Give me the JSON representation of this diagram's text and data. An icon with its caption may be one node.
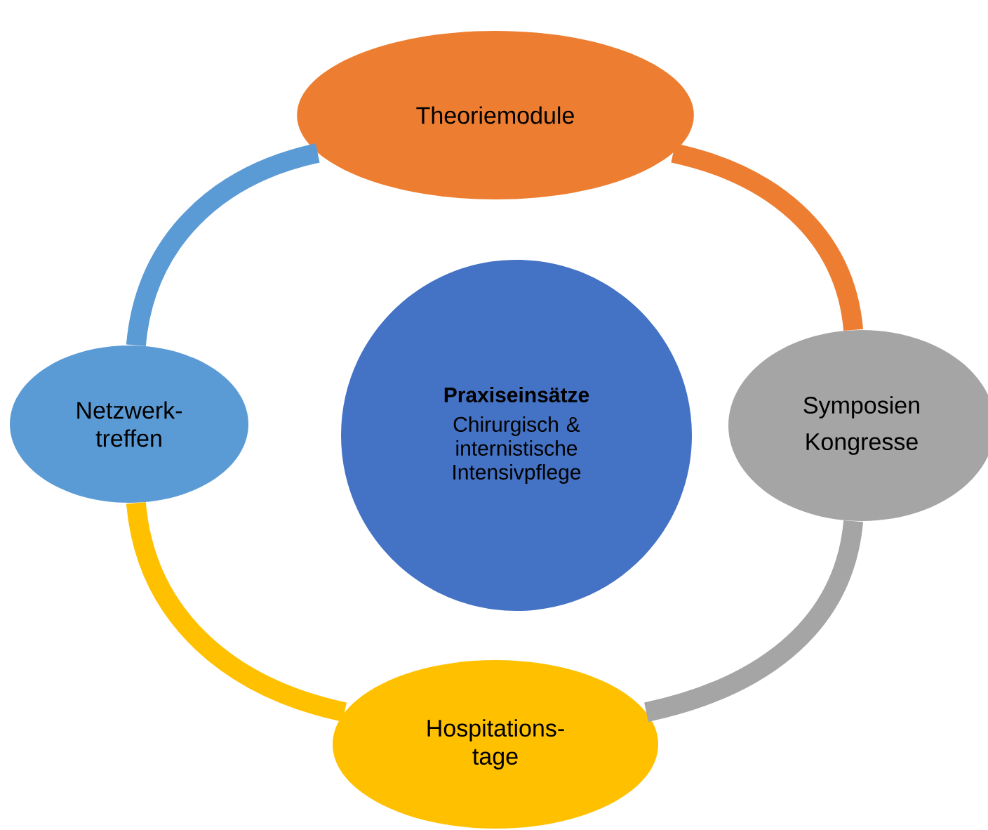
{
  "diagram": {
    "nodes": [
      {
        "text": [
          "Praxiseinsätze",
          "Chirurgisch & internistische Intensivpflege"
        ]
      },
      {
        "text": [
          "Theoriemodule"
        ]
      },
      {
        "text": [
          "Symposien Kongresse"
        ]
      },
      {
        "text": [
          "Hospitations- tage"
        ]
      },
      {
        "text": [
          "Netzwerk- treffen"
        ]
      }
    ],
    "edges": [
      {
        "from": 1,
        "to": 2,
        "arrow": "none",
        "color": "#ed7d31"
      },
      {
        "from": 2,
        "to": 3,
        "arrow": "none",
        "color": "#a5a5a5"
      },
      {
        "from": 3,
        "to": 4,
        "arrow": "none",
        "color": "#ffc000"
      },
      {
        "from": 4,
        "to": 1,
        "arrow": "none",
        "color": "#5b9bd5"
      }
    ]
  }
}
